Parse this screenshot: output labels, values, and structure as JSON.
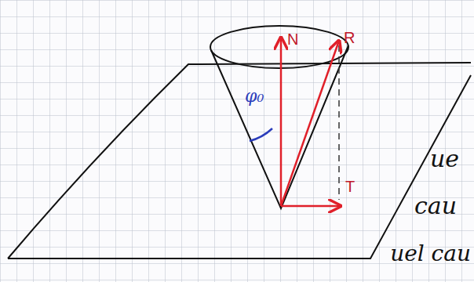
{
  "diagram": {
    "labels": [
      "N",
      "R",
      "T",
      "φ₀",
      "ue",
      "cau",
      "uel cau"
    ]
  }
}
